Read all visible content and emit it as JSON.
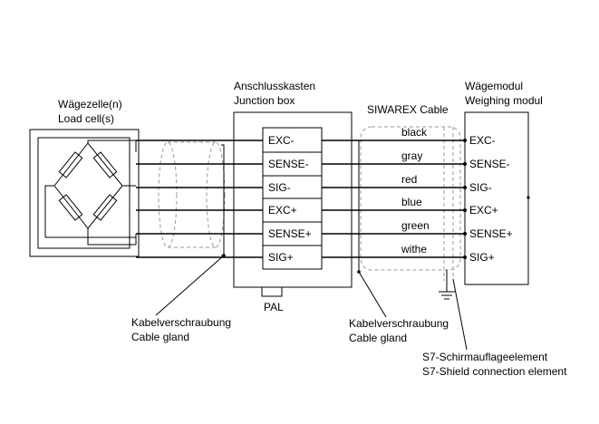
{
  "load_cell": {
    "line1": "Wägezelle(n)",
    "line2": "Load cell(s)"
  },
  "junction_box": {
    "line1": "Anschlusskasten",
    "line2": "Junction box",
    "terminals": [
      "EXC-",
      "SENSE-",
      "SIG-",
      "EXC+",
      "SENSE+",
      "SIG+"
    ],
    "pal": "PAL"
  },
  "cable": {
    "title": "SIWAREX Cable",
    "colors": [
      "black",
      "gray",
      "red",
      "blue",
      "green",
      "withe"
    ]
  },
  "weighing_module": {
    "line1": "Wägemodul",
    "line2": "Weighing modul",
    "terminals": [
      "EXC-",
      "SENSE-",
      "SIG-",
      "EXC+",
      "SENSE+",
      "SIG+"
    ]
  },
  "gland_left": {
    "line1": "Kabelverschraubung",
    "line2": "Cable gland"
  },
  "gland_right": {
    "line1": "Kabelverschraubung",
    "line2": "Cable gland"
  },
  "shield": {
    "line1": "S7-Schirmauflageelement",
    "line2": "S7-Shield connection element"
  }
}
